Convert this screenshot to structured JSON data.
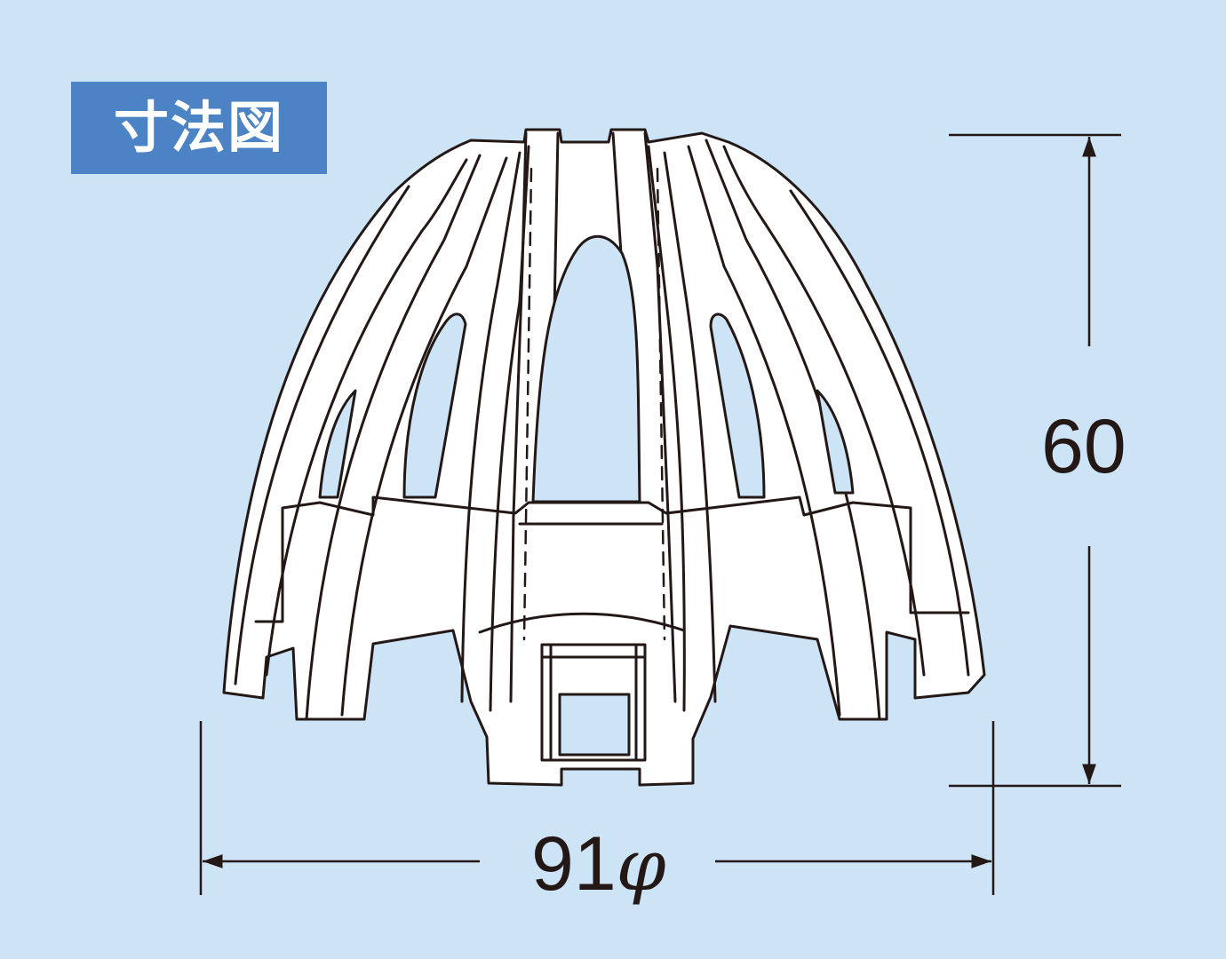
{
  "badge": {
    "label": "寸法図"
  },
  "dimensions": {
    "height": {
      "value": "60"
    },
    "width": {
      "value": "91",
      "symbol": "φ"
    }
  },
  "colors": {
    "background": "#cde3f6",
    "badge": "#4b83c4",
    "line": "#231815",
    "part_fill": "#ffffff"
  },
  "icons": {
    "part": "drain-strainer-basket"
  }
}
